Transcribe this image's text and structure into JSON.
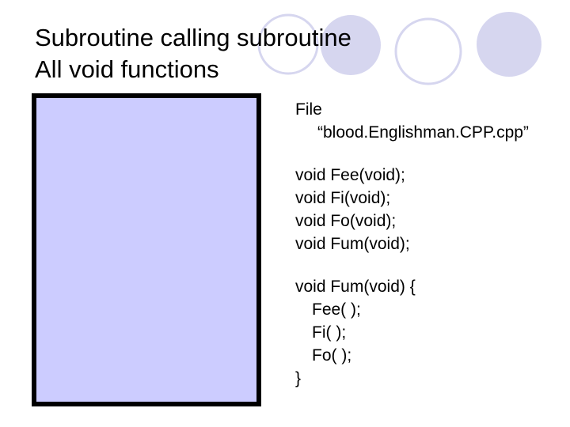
{
  "slide": {
    "title_lines": [
      "Subroutine calling subroutine",
      "All void functions"
    ],
    "file_label": "File",
    "file_name": "“blood.Englishman.CPP.cpp”",
    "prototypes": [
      "void Fee(void);",
      "void Fi(void);",
      "void Fo(void);",
      "void Fum(void);"
    ],
    "definition": {
      "header": "void Fum(void) {",
      "body": [
        "Fee( );",
        "Fi( );",
        "Fo( );"
      ],
      "close": "}"
    }
  },
  "colors": {
    "circle_fill": "#d6d6ef",
    "circle_stroke": "#d6d6ef",
    "box_fill": "#ccccff",
    "box_border": "#000000"
  }
}
